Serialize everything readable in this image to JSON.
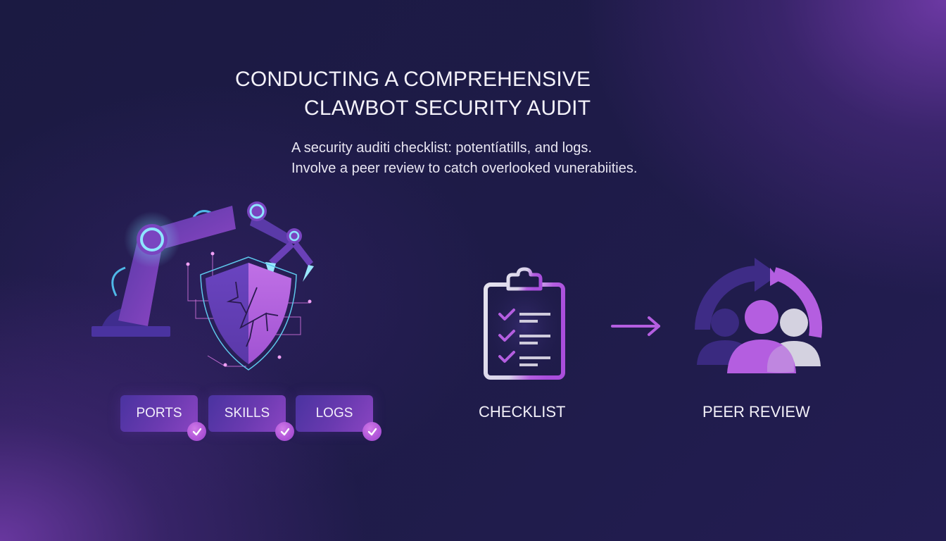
{
  "header": {
    "title_line1": "CONDUCTING A COMPREHENSIVE",
    "title_line2": "CLAWBOT SECURITY AUDIT"
  },
  "subtitle": {
    "line1": "A security auditi checklist: potentíatills, and logs.",
    "line2": "Involve a peer review to catch overlooked vunerabiities."
  },
  "illustration": {
    "icon": "robot-arm-shield-icon"
  },
  "tags": [
    {
      "label": "PORTS",
      "icon": "check-icon"
    },
    {
      "label": "SKILLS",
      "icon": "check-icon"
    },
    {
      "label": "LOGS",
      "icon": "check-icon"
    }
  ],
  "steps": [
    {
      "label": "CHECKLIST",
      "icon": "clipboard-checklist-icon"
    },
    {
      "label": "PEER REVIEW",
      "icon": "peer-review-users-icon"
    }
  ],
  "colors": {
    "background": "#1b1a42",
    "accent_purple": "#b055d8",
    "accent_violet": "#6a3ab0",
    "accent_cyan": "#6fd6f0",
    "text": "#f4f2fa"
  }
}
